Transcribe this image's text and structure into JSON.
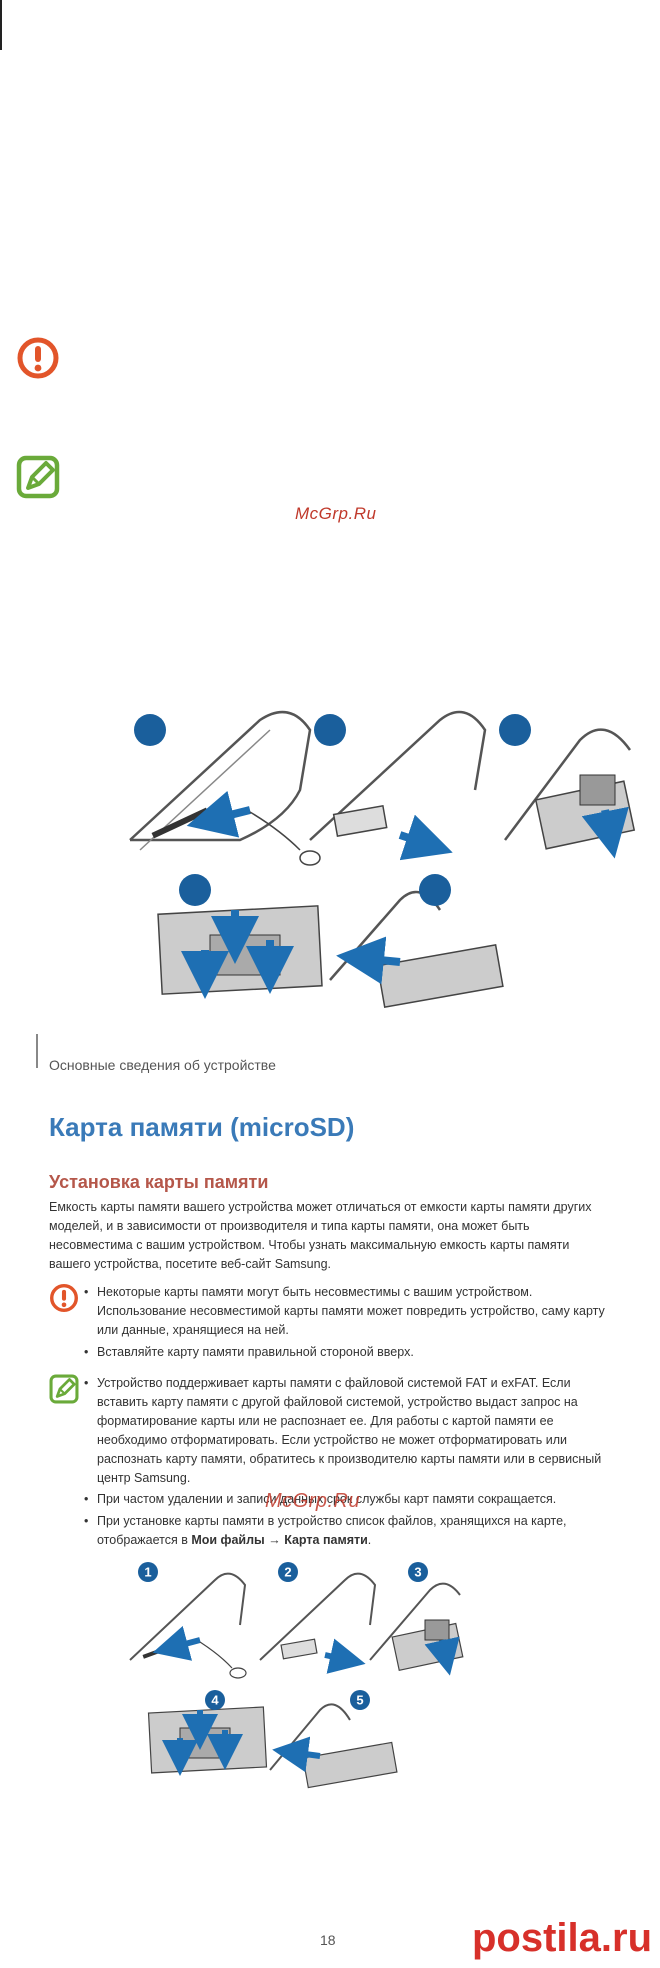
{
  "watermark": {
    "top": "McGrp.Ru",
    "bottom": "McGrp.Ru"
  },
  "header": {
    "section": "Основные сведения об устройстве"
  },
  "title": "Карта памяти (microSD)",
  "subtitle": "Установка карты памяти",
  "intro": "Емкость карты памяти вашего устройства может отличаться от емкости карты памяти других моделей, и в зависимости от производителя и типа карты памяти, она может быть несовместима с вашим устройством. Чтобы узнать максимальную емкость карты памяти вашего устройства, посетите веб-сайт Samsung.",
  "warning_bullets": [
    "Некоторые карты памяти могут быть несовместимы с вашим устройством. Использование несовместимой карты памяти может повредить устройство, саму карту или данные, хранящиеся на ней.",
    "Вставляйте карту памяти правильной стороной вверх."
  ],
  "note_bullets": [
    "Устройство поддерживает карты памяти с файловой системой FAT и exFAT. Если вставить карту памяти с другой файловой системой, устройство выдаст запрос на форматирование карты или не распознает ее. Для работы с картой памяти ее необходимо отформатировать. Если устройство не может отформатировать или распознать карту памяти, обратитесь к производителю карты памяти или в сервисный центр Samsung.",
    "При частом удалении и записи данных срок службы карт памяти сокращается."
  ],
  "last_bullet": {
    "prefix": "При установке карты памяти в устройство список файлов, хранящихся на карте, отображается в ",
    "path_start": "Мои файлы",
    "arrow": " → ",
    "path_end": "Карта памяти",
    "suffix": "."
  },
  "steps": [
    "1",
    "2",
    "3",
    "4",
    "5"
  ],
  "page_number": "18",
  "brand": {
    "name": "postila",
    "dot": ".",
    "tld": "ru"
  },
  "colors": {
    "accent_blue": "#3a7ab8",
    "step_blue": "#1a5f9c",
    "arrow_blue": "#1e6fb3",
    "warning_orange": "#e2552a",
    "note_green": "#6aaa3a",
    "subtitle_red": "#b5574a",
    "brand_red": "#d7302a"
  },
  "icons": [
    "warning-icon",
    "note-icon",
    "sim-tool-icon",
    "arrow-icon"
  ]
}
